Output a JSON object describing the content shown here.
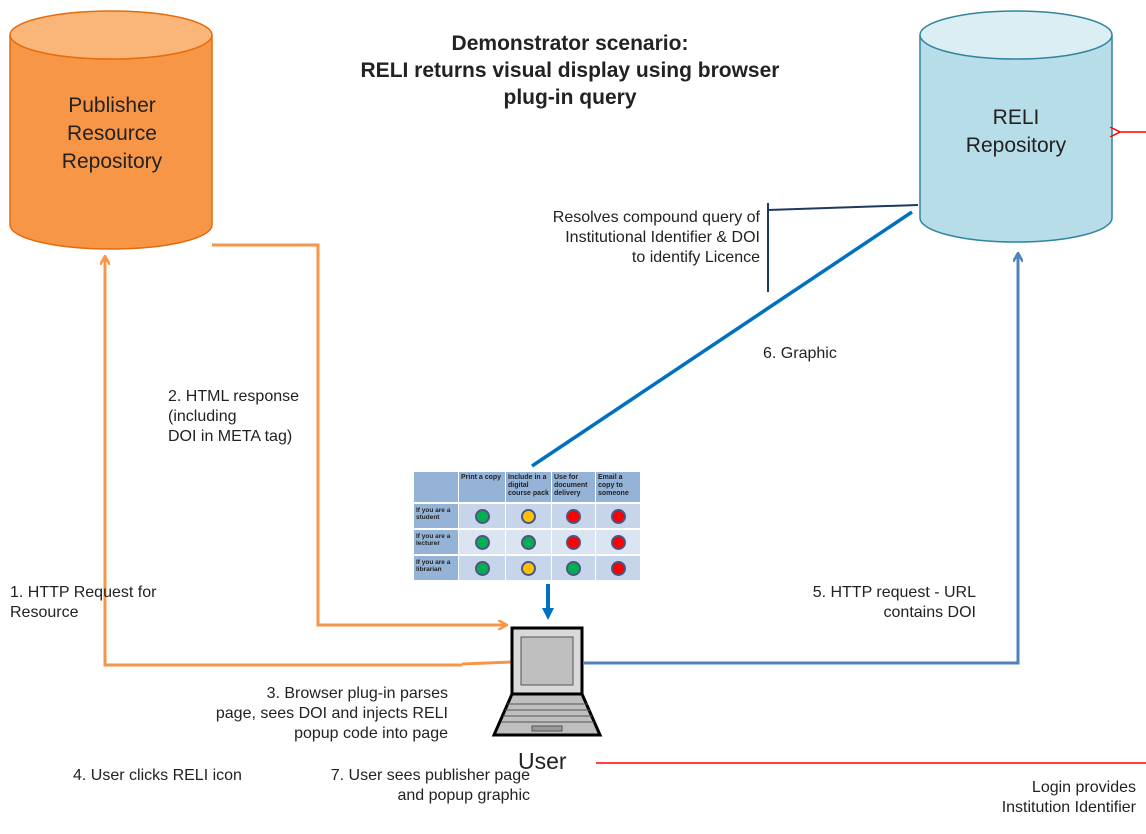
{
  "title": "Demonstrator scenario:\nRELI returns visual display using browser\nplug-in query",
  "publisher_repo": {
    "label": "Publisher\nResource\nRepository",
    "color": "#f79646"
  },
  "reli_repo": {
    "label": "RELI\nRepository",
    "color": "#b7dde8"
  },
  "user_label": "User",
  "steps": {
    "s1": "1. HTTP Request for\nResource",
    "s2": "2. HTML response\n(including\nDOI in META tag)",
    "s3": "3. Browser plug-in parses\npage, sees DOI and injects RELI\npopup code into page",
    "s4": "4. User clicks RELI icon",
    "s5": "5. HTTP request - URL\ncontains DOI",
    "s6": "6. Graphic",
    "s7": "7. User sees  publisher page\nand popup graphic"
  },
  "resolve_note": "Resolves compound query of\nInstitutional Identifier  & DOI\nto identify Licence",
  "login_note": "Login provides\nInstitution Identifier",
  "licence_grid": {
    "columns": [
      "Print a copy",
      "Include in a digital course pack",
      "Use for document delivery",
      "Email a copy to someone"
    ],
    "rows": [
      {
        "label": "If you are a student",
        "status": [
          "green",
          "amber",
          "red",
          "red"
        ]
      },
      {
        "label": "If you are a lecturer",
        "status": [
          "green",
          "green",
          "red",
          "red"
        ]
      },
      {
        "label": "If you are a librarian",
        "status": [
          "green",
          "amber",
          "green",
          "red"
        ]
      }
    ]
  },
  "colors": {
    "orange": "#f79646",
    "blue_arrow": "#4f81bd",
    "dark_blue": "#0070c0",
    "red": "#ff0000",
    "green": "#00b050",
    "amber": "#ffc000",
    "grid_header": "#95b3d7"
  }
}
